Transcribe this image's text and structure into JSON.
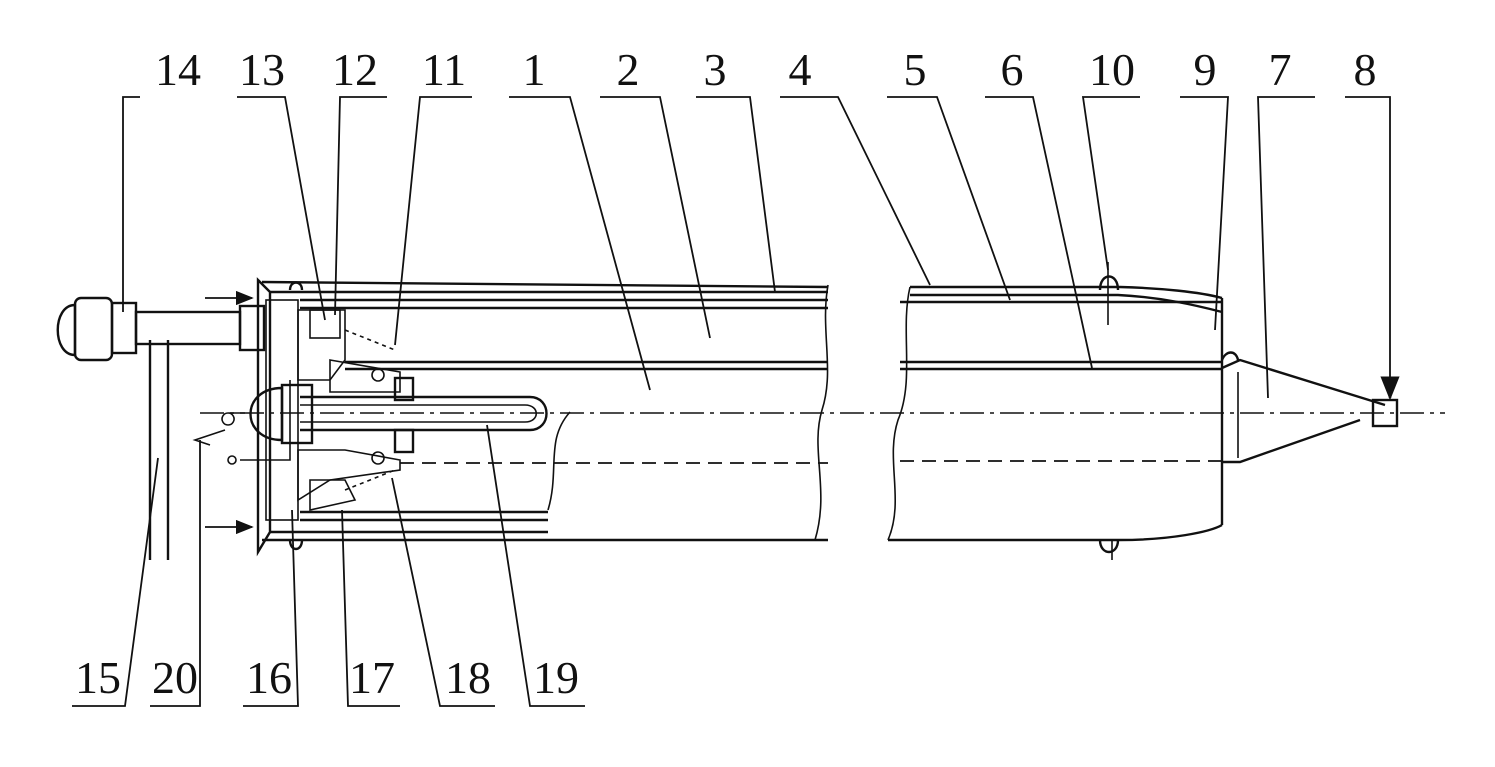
{
  "callouts_top": [
    "14",
    "13",
    "12",
    "11",
    "1",
    "2",
    "3",
    "4",
    "5",
    "6",
    "10",
    "9",
    "7",
    "8"
  ],
  "callouts_bottom": [
    "15",
    "20",
    "16",
    "17",
    "18",
    "19"
  ]
}
